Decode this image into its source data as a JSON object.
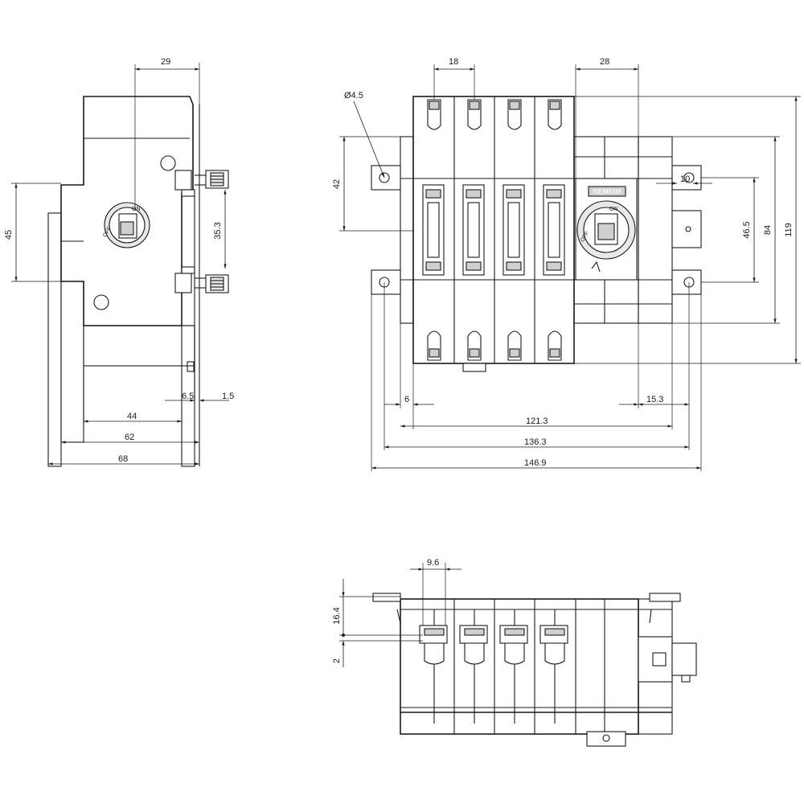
{
  "side_view": {
    "dims": {
      "top_width": "29",
      "height_left": "45",
      "terminal_pitch": "35.3",
      "offset_a": "6.5",
      "offset_b": "1.5",
      "depth_44": "44",
      "depth_62": "62",
      "depth_68": "68"
    },
    "knob_labels": {
      "on": "ON",
      "off": "OFF"
    }
  },
  "front_view": {
    "dims": {
      "hole_dia": "Ø4.5",
      "pole_pitch": "18",
      "handle_width": "28",
      "hole_offset_v": "42",
      "mount_vertical": "46.5",
      "body_84": "84",
      "total_height": "119",
      "hole_10": "10",
      "left_6": "6",
      "right_15_3": "15.3",
      "w_121_3": "121.3",
      "w_136_3": "136.3",
      "w_146_9": "146.9"
    },
    "brand": "SIEMENS",
    "knob_labels": {
      "on": "ON",
      "off": "OFF"
    }
  },
  "bottom_view": {
    "dims": {
      "pitch_9_6": "9.6",
      "height_16_4": "16.4",
      "offset_2": "2"
    }
  }
}
